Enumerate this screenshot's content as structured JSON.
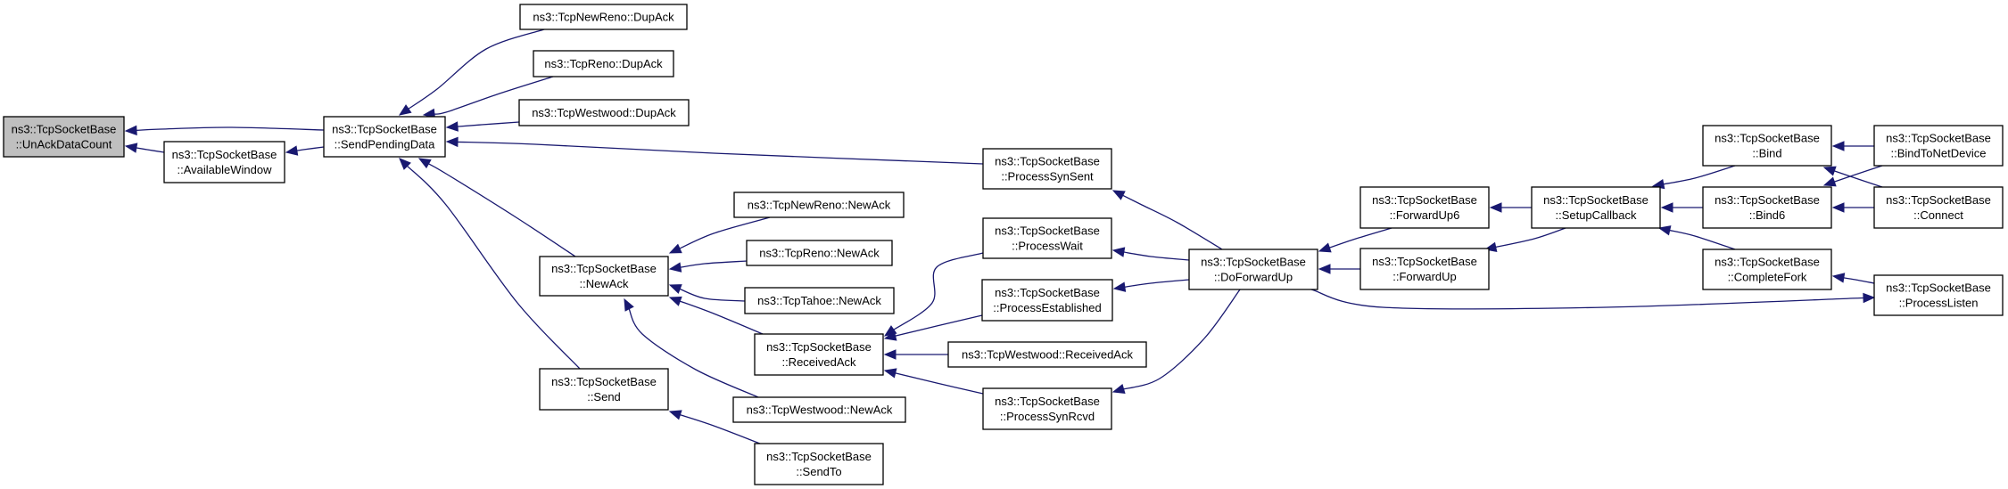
{
  "diagram": {
    "type": "doxygen-caller-graph",
    "colors": {
      "edge": "#191970",
      "root_fill": "#bfbfbf",
      "node_fill": "#ffffff",
      "node_border": "#000000"
    },
    "nodes": [
      {
        "id": "unack",
        "lines": [
          "ns3::TcpSocketBase",
          "::UnAckDataCount"
        ],
        "root": true
      },
      {
        "id": "availwin",
        "lines": [
          "ns3::TcpSocketBase",
          "::AvailableWindow"
        ]
      },
      {
        "id": "sendpending",
        "lines": [
          "ns3::TcpSocketBase",
          "::SendPendingData"
        ]
      },
      {
        "id": "newreno_dupack",
        "lines": [
          "ns3::TcpNewReno::DupAck"
        ]
      },
      {
        "id": "reno_dupack",
        "lines": [
          "ns3::TcpReno::DupAck"
        ]
      },
      {
        "id": "westwood_dupack",
        "lines": [
          "ns3::TcpWestwood::DupAck"
        ]
      },
      {
        "id": "newack",
        "lines": [
          "ns3::TcpSocketBase",
          "::NewAck"
        ]
      },
      {
        "id": "send",
        "lines": [
          "ns3::TcpSocketBase",
          "::Send"
        ]
      },
      {
        "id": "newreno_newack",
        "lines": [
          "ns3::TcpNewReno::NewAck"
        ]
      },
      {
        "id": "reno_newack",
        "lines": [
          "ns3::TcpReno::NewAck"
        ]
      },
      {
        "id": "tahoe_newack",
        "lines": [
          "ns3::TcpTahoe::NewAck"
        ]
      },
      {
        "id": "receivedack",
        "lines": [
          "ns3::TcpSocketBase",
          "::ReceivedAck"
        ]
      },
      {
        "id": "westwood_newack",
        "lines": [
          "ns3::TcpWestwood::NewAck"
        ]
      },
      {
        "id": "sendto",
        "lines": [
          "ns3::TcpSocketBase",
          "::SendTo"
        ]
      },
      {
        "id": "processsynsent",
        "lines": [
          "ns3::TcpSocketBase",
          "::ProcessSynSent"
        ]
      },
      {
        "id": "processwait",
        "lines": [
          "ns3::TcpSocketBase",
          "::ProcessWait"
        ]
      },
      {
        "id": "processestablished",
        "lines": [
          "ns3::TcpSocketBase",
          "::ProcessEstablished"
        ]
      },
      {
        "id": "westwood_receivedack",
        "lines": [
          "ns3::TcpWestwood::ReceivedAck"
        ]
      },
      {
        "id": "processsynrcvd",
        "lines": [
          "ns3::TcpSocketBase",
          "::ProcessSynRcvd"
        ]
      },
      {
        "id": "doforwardup",
        "lines": [
          "ns3::TcpSocketBase",
          "::DoForwardUp"
        ]
      },
      {
        "id": "forwardup6",
        "lines": [
          "ns3::TcpSocketBase",
          "::ForwardUp6"
        ]
      },
      {
        "id": "forwardup",
        "lines": [
          "ns3::TcpSocketBase",
          "::ForwardUp"
        ]
      },
      {
        "id": "setupcallback",
        "lines": [
          "ns3::TcpSocketBase",
          "::SetupCallback"
        ]
      },
      {
        "id": "bind",
        "lines": [
          "ns3::TcpSocketBase",
          "::Bind"
        ]
      },
      {
        "id": "bind6",
        "lines": [
          "ns3::TcpSocketBase",
          "::Bind6"
        ]
      },
      {
        "id": "completefork",
        "lines": [
          "ns3::TcpSocketBase",
          "::CompleteFork"
        ]
      },
      {
        "id": "bindtonetdevice",
        "lines": [
          "ns3::TcpSocketBase",
          "::BindToNetDevice"
        ]
      },
      {
        "id": "connect",
        "lines": [
          "ns3::TcpSocketBase",
          "::Connect"
        ]
      },
      {
        "id": "processlisten",
        "lines": [
          "ns3::TcpSocketBase",
          "::ProcessListen"
        ]
      }
    ],
    "edges": [
      {
        "from": "sendpending",
        "to": "unack"
      },
      {
        "from": "availwin",
        "to": "unack"
      },
      {
        "from": "sendpending",
        "to": "availwin"
      },
      {
        "from": "newreno_dupack",
        "to": "sendpending"
      },
      {
        "from": "reno_dupack",
        "to": "sendpending"
      },
      {
        "from": "westwood_dupack",
        "to": "sendpending"
      },
      {
        "from": "processsynsent",
        "to": "sendpending"
      },
      {
        "from": "newack",
        "to": "sendpending"
      },
      {
        "from": "send",
        "to": "sendpending"
      },
      {
        "from": "newreno_newack",
        "to": "newack"
      },
      {
        "from": "reno_newack",
        "to": "newack"
      },
      {
        "from": "tahoe_newack",
        "to": "newack"
      },
      {
        "from": "receivedack",
        "to": "newack"
      },
      {
        "from": "westwood_newack",
        "to": "newack"
      },
      {
        "from": "sendto",
        "to": "send"
      },
      {
        "from": "processwait",
        "to": "receivedack"
      },
      {
        "from": "processestablished",
        "to": "receivedack"
      },
      {
        "from": "westwood_receivedack",
        "to": "receivedack"
      },
      {
        "from": "processsynrcvd",
        "to": "receivedack"
      },
      {
        "from": "doforwardup",
        "to": "processsynsent"
      },
      {
        "from": "doforwardup",
        "to": "processwait"
      },
      {
        "from": "doforwardup",
        "to": "processestablished"
      },
      {
        "from": "doforwardup",
        "to": "processsynrcvd"
      },
      {
        "from": "forwardup6",
        "to": "doforwardup"
      },
      {
        "from": "forwardup",
        "to": "doforwardup"
      },
      {
        "from": "doforwardup",
        "to": "processlisten"
      },
      {
        "from": "setupcallback",
        "to": "forwardup6"
      },
      {
        "from": "setupcallback",
        "to": "forwardup"
      },
      {
        "from": "bind",
        "to": "setupcallback"
      },
      {
        "from": "bind6",
        "to": "setupcallback"
      },
      {
        "from": "completefork",
        "to": "setupcallback"
      },
      {
        "from": "bindtonetdevice",
        "to": "bind"
      },
      {
        "from": "bindtonetdevice",
        "to": "bind6"
      },
      {
        "from": "connect",
        "to": "bind"
      },
      {
        "from": "connect",
        "to": "bind6"
      },
      {
        "from": "processlisten",
        "to": "completefork"
      }
    ]
  }
}
